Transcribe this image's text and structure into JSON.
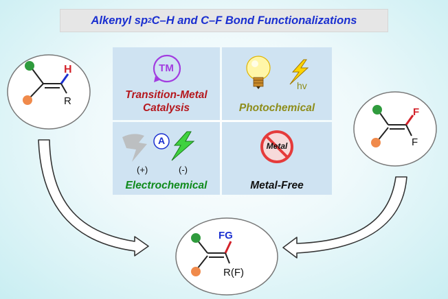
{
  "title": {
    "main": "Alkenyl sp",
    "sup": "2",
    "rest": " C–H and C–F Bond Functionalizations"
  },
  "colors": {
    "title": "#1a2fd0",
    "transition_metal": "#b5171d",
    "photochemical": "#8e8d1b",
    "electrochemical": "#0e8a1a",
    "metal_free": "#111111",
    "tm_circle": "#a23ce0",
    "substituent_green": "#2f9b3d",
    "substituent_orange": "#f08a4b",
    "h_bond": "#1a2fd0",
    "f_bond": "#d3222a"
  },
  "quadrants": {
    "transition_metal": {
      "badge": "TM",
      "label_line1": "Transition-Metal",
      "label_line2": "Catalysis",
      "icon": "tm-cycle-icon"
    },
    "photochemical": {
      "label": "Photochemical",
      "hv": "hv",
      "icon": "light-bulb-icon"
    },
    "electrochemical": {
      "badge": "A",
      "plus": "(+)",
      "minus": "(-)",
      "label": "Electrochemical",
      "icon": "lightning-bolt-icon"
    },
    "metal_free": {
      "sign_text": "Metal",
      "label": "Metal-Free",
      "icon": "no-metal-sign-icon"
    }
  },
  "molecules": {
    "left": {
      "atom_top": "H",
      "atom_bottom": "R"
    },
    "right": {
      "atom_top": "F",
      "atom_bottom": "F"
    },
    "bottom": {
      "atom_top": "FG",
      "atom_bottom": "R(F)"
    }
  }
}
